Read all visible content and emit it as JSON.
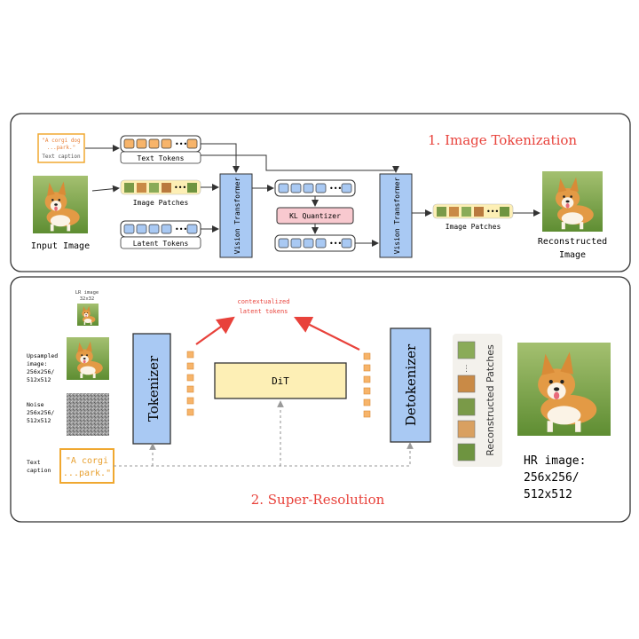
{
  "top": {
    "title": "1. Image Tokenization",
    "caption_box": [
      "\"A corgi dog",
      "...park.\"",
      "Text caption"
    ],
    "text_tokens": "Text Tokens",
    "image_patches": "Image Patches",
    "latent_tokens": "Latent Tokens",
    "input_image": "Input Image",
    "vit_left": "Vision Transformer",
    "vit_right": "Vision Transformer",
    "kl_quantizer": "KL Quantizer",
    "out_patches": "Image Patches",
    "reconstructed": [
      "Reconstructed",
      "Image"
    ]
  },
  "bottom": {
    "title": "2. Super-Resolution",
    "lr_image": [
      "LR image",
      "32x32"
    ],
    "upsampled": [
      "Upsampled",
      "image:",
      "256x256/",
      "512x512"
    ],
    "noise": [
      "Noise",
      "256x256/",
      "512x512"
    ],
    "text_caption": [
      "Text",
      "caption"
    ],
    "caption_quote": [
      "\"A corgi",
      "...park.\""
    ],
    "tokenizer": "Tokenizer",
    "dit": "DiT",
    "detokenizer": "Detokenizer",
    "contextualized": [
      "contextualized",
      "latent tokens"
    ],
    "recon_patches": "Reconstructed Patches",
    "hr_image": [
      "HR image:",
      "256x256/",
      "512x512"
    ]
  },
  "colors": {
    "accent_red": "#e8423b",
    "token_orange": "#f7b46a",
    "token_blue": "#a9c9f3",
    "box_yellow": "#fdefb5",
    "caption_orange": "#f0a830"
  }
}
